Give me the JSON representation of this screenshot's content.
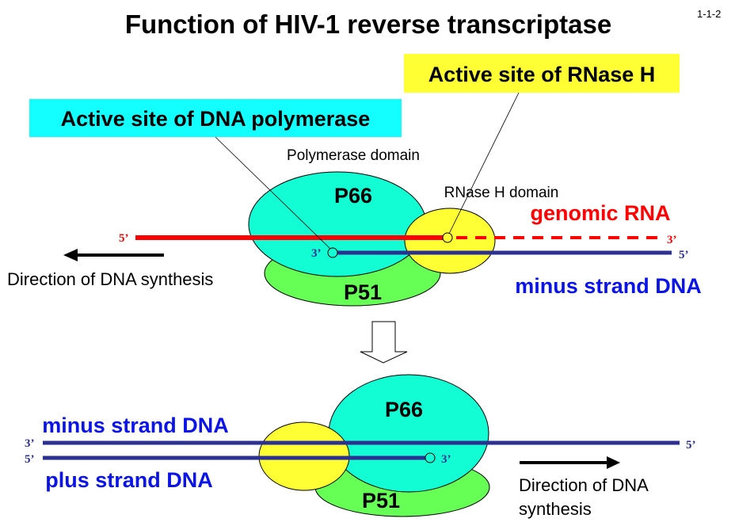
{
  "title": "Function of HIV-1 reverse transcriptase",
  "page_number": "1-1-2",
  "colors": {
    "p66": "#12fdd4",
    "p51": "#66ff55",
    "rnaseh_domain": "#ffff33",
    "rna": "#ff0000",
    "dna": "#2c3090",
    "dna_label": "#0a14e6",
    "polymerase_callout_bg": "#13fefe",
    "rnaseh_callout_bg": "#ffff33"
  },
  "top_panel": {
    "callouts": {
      "polymerase": "Active site of DNA polymerase",
      "rnaseh": "Active site of RNase H"
    },
    "domain_labels": {
      "polymerase": "Polymerase domain",
      "rnaseh": "RNase H domain"
    },
    "subunits": {
      "p66": "P66",
      "p51": "P51"
    },
    "genomic_rna": {
      "label": "genomic RNA",
      "end_left": "5’",
      "end_right": "3’"
    },
    "minus_strand": {
      "label": "minus strand DNA",
      "end_left": "3’",
      "end_right": "5’"
    },
    "direction": {
      "text": "Direction of DNA synthesis",
      "arrow": "left-arrow"
    }
  },
  "transition": {
    "icon": "down-arrow"
  },
  "bottom_panel": {
    "subunits": {
      "p66": "P66",
      "p51": "P51"
    },
    "minus_strand": {
      "label": "minus strand DNA",
      "end_left": "3’",
      "end_right": "5’"
    },
    "plus_strand": {
      "label": "plus strand DNA",
      "end_left": "5’",
      "end_right": "3’"
    },
    "direction": {
      "line1": "Direction of DNA",
      "line2": "synthesis",
      "arrow": "right-arrow"
    }
  }
}
